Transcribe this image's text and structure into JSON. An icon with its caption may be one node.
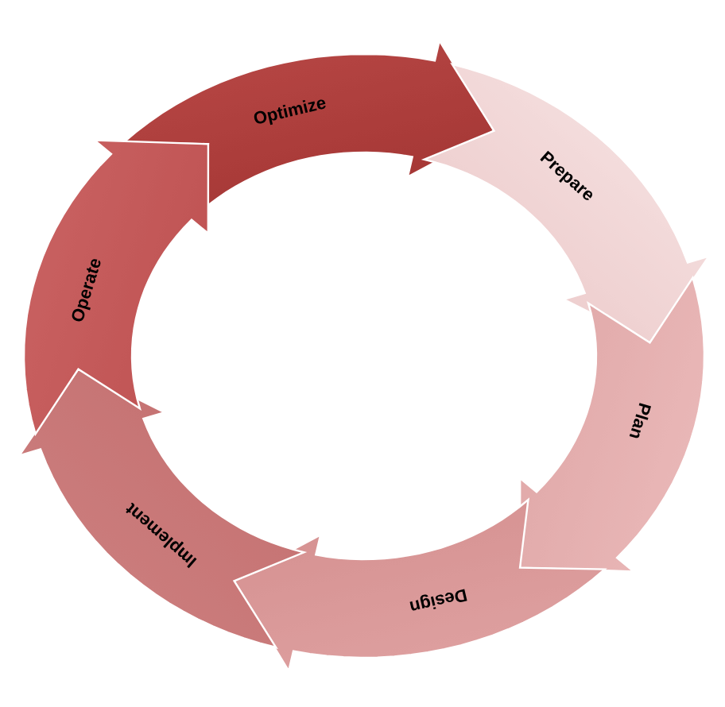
{
  "diagram": {
    "nodes": [
      {
        "text": [
          "Optimize"
        ]
      },
      {
        "text": [
          "Prepare"
        ]
      },
      {
        "text": [
          "Plan"
        ]
      },
      {
        "text": [
          "Design"
        ]
      },
      {
        "text": [
          "Implement"
        ]
      },
      {
        "text": [
          "Operate"
        ]
      }
    ]
  }
}
